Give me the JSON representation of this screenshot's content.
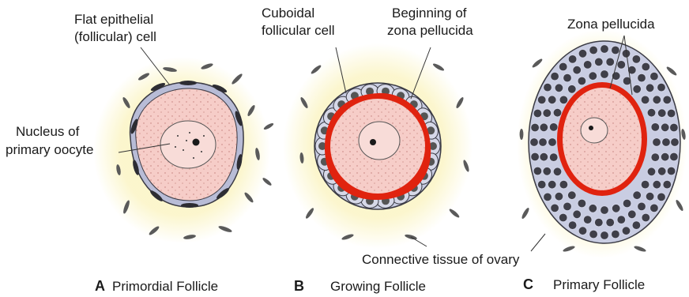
{
  "panels": [
    {
      "letter": "A",
      "caption": "Primordial Follicle",
      "labels": {
        "flat_cell_line1": "Flat epithelial",
        "flat_cell_line2": "(follicular) cell",
        "nucleus_line1": "Nucleus of",
        "nucleus_line2": "primary oocyte"
      }
    },
    {
      "letter": "B",
      "caption": "Growing Follicle",
      "labels": {
        "cuboidal_line1": "Cuboidal",
        "cuboidal_line2": "follicular cell",
        "zona_begin_line1": "Beginning of",
        "zona_begin_line2": "zona pellucida"
      }
    },
    {
      "letter": "C",
      "caption": "Primary Follicle",
      "labels": {
        "zona": "Zona pellucida"
      }
    }
  ],
  "shared_label": "Connective tissue of ovary",
  "colors": {
    "oocyte_fill": "#f6cdc8",
    "zona_red": "#e0230f",
    "stroma_yellow": "#fbf5c8",
    "cell_fill": "#c9cde2",
    "cell_outline": "#4a4a55",
    "nucleus_dark": "#2a2a2a",
    "line": "#333333"
  }
}
